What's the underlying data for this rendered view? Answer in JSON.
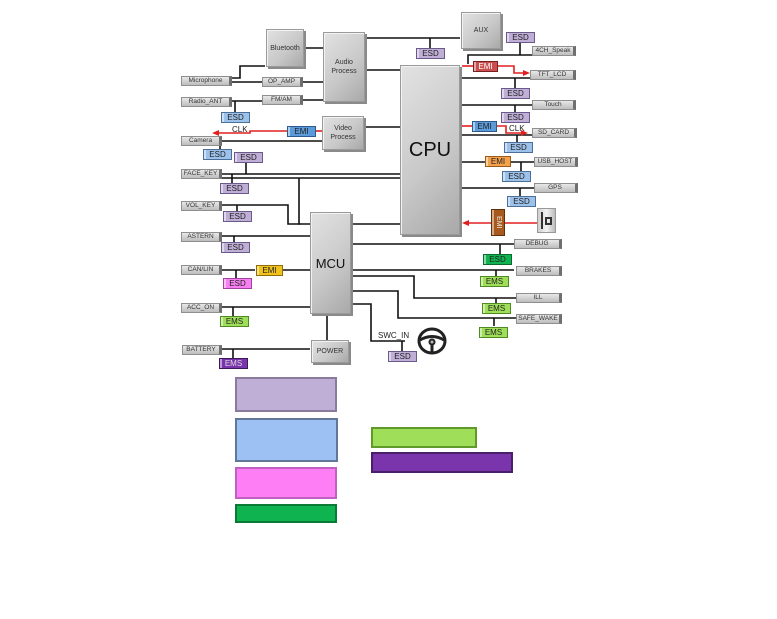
{
  "blocks": {
    "cpu": "CPU",
    "mcu": "MCU",
    "bluetooth": "Bluetooth",
    "audio_process": "Audio Process",
    "video_process": "Video Process",
    "aux": "AUX",
    "power": "POWER"
  },
  "left_labels": {
    "microphone": "Microphone",
    "op_amp": "OP_AMP",
    "radio_ant": "Radio_ANT",
    "fm_am": "FM/AM",
    "camera": "Camera",
    "face_key": "FACE_KEY",
    "vol_key": "VOL_KEY",
    "astern": "ASTERN",
    "can_lin": "CAN/LIN",
    "acc_on": "ACC_ON",
    "battery": "BATTERY"
  },
  "right_labels": {
    "ch4_speak": "4CH_Speak",
    "tft_lcd": "TFT_LCD",
    "touch": "Touch",
    "sd_card": "SD_CARD",
    "usb_host": "USB_HOST",
    "gps": "GPS",
    "debug": "DEBUG",
    "brakes": "BRAKES",
    "ill": "ILL",
    "safe_wake": "SAFE_WAKE"
  },
  "signals": {
    "clk": "CLK",
    "swc_in": "SWC_IN"
  },
  "chips": {
    "esd": "ESD",
    "emi": "EMI",
    "ems": "EMS"
  },
  "colors": {
    "esd_purple": "#bfaed6",
    "esd_blue": "#9cc1ea",
    "esd_pink": "#f77ff1",
    "esd_green": "#0fb34f",
    "ems_lime": "#9ede58",
    "ems_violet": "#7a35ad",
    "emi_red": "#c9504e",
    "emi_blue": "#5b9bd9",
    "emi_orange": "#f5a04a",
    "emi_yellow": "#f1c21b",
    "emi_brown": "#a85a1e",
    "signal_arrow": "#e02020"
  }
}
